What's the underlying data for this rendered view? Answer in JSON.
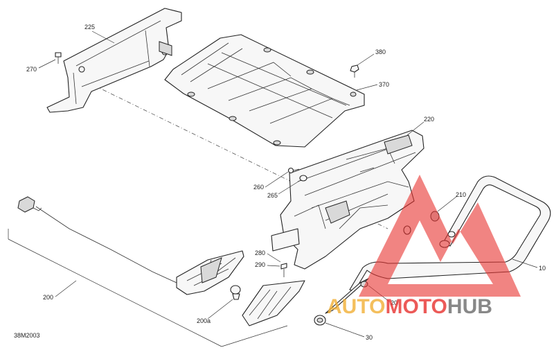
{
  "callouts": [
    {
      "id": "225",
      "text": "225"
    },
    {
      "id": "270",
      "text": "270"
    },
    {
      "id": "380",
      "text": "380"
    },
    {
      "id": "370",
      "text": "370"
    },
    {
      "id": "220",
      "text": "220"
    },
    {
      "id": "260",
      "text": "260"
    },
    {
      "id": "265",
      "text": "265"
    },
    {
      "id": "210",
      "text": "210"
    },
    {
      "id": "10",
      "text": "10"
    },
    {
      "id": "280",
      "text": "280"
    },
    {
      "id": "290",
      "text": "290"
    },
    {
      "id": "200",
      "text": "200"
    },
    {
      "id": "200a",
      "text": "200a"
    },
    {
      "id": "20",
      "text": "20"
    },
    {
      "id": "30",
      "text": "30"
    }
  ],
  "figure_code": "38M2003",
  "watermark": {
    "part1": "AUTO",
    "part2": "MOTO",
    "part3": "HUB",
    "color1": "#f2b035",
    "color2": "#e8322f",
    "color3": "#6b6b6b"
  }
}
